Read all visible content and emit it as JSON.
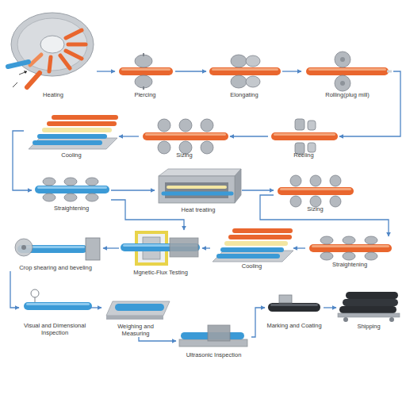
{
  "diagram": {
    "nodes": [
      {
        "text": [
          "Heating"
        ]
      },
      {
        "text": [
          "Piercing"
        ]
      },
      {
        "text": [
          "Elongating"
        ]
      },
      {
        "text": [
          "Rolling(plug mill)"
        ]
      },
      {
        "text": [
          "Reeling"
        ]
      },
      {
        "text": [
          "Sizing"
        ]
      },
      {
        "text": [
          "Cooling"
        ]
      },
      {
        "text": [
          "Straightening"
        ]
      },
      {
        "text": [
          "Heat treating"
        ]
      },
      {
        "text": [
          "Sizing"
        ]
      },
      {
        "text": [
          "Straightening"
        ]
      },
      {
        "text": [
          "Cooling"
        ]
      },
      {
        "text": [
          "Mgnetic-Flux Testing"
        ]
      },
      {
        "text": [
          "Crop shearing and beveling"
        ]
      },
      {
        "text": [
          "Visual and Dimensional Inspection"
        ]
      },
      {
        "text": [
          "Weighing and Measuring"
        ]
      },
      {
        "text": [
          "Ultrasonic Inspection"
        ]
      },
      {
        "text": [
          "Marking and Coating"
        ]
      },
      {
        "text": [
          "Shipping"
        ]
      }
    ],
    "edges": [
      {
        "from": 0,
        "to": 1,
        "arrow": "to"
      },
      {
        "from": 1,
        "to": 2,
        "arrow": "to"
      },
      {
        "from": 2,
        "to": 3,
        "arrow": "to"
      },
      {
        "from": 3,
        "to": 4,
        "arrow": "to"
      },
      {
        "from": 4,
        "to": 5,
        "arrow": "to"
      },
      {
        "from": 5,
        "to": 6,
        "arrow": "to"
      },
      {
        "from": 6,
        "to": 7,
        "arrow": "to"
      },
      {
        "from": 7,
        "to": 8,
        "arrow": "to"
      },
      {
        "from": 7,
        "to": 12,
        "arrow": "to"
      },
      {
        "from": 8,
        "to": 9,
        "arrow": "to"
      },
      {
        "from": 9,
        "to": 10,
        "arrow": "to"
      },
      {
        "from": 10,
        "to": 11,
        "arrow": "to"
      },
      {
        "from": 11,
        "to": 12,
        "arrow": "to"
      },
      {
        "from": 12,
        "to": 13,
        "arrow": "to"
      },
      {
        "from": 13,
        "to": 14,
        "arrow": "to"
      },
      {
        "from": 14,
        "to": 15,
        "arrow": "to"
      },
      {
        "from": 15,
        "to": 16,
        "arrow": "to"
      },
      {
        "from": 16,
        "to": 17,
        "arrow": "to"
      },
      {
        "from": 17,
        "to": 18,
        "arrow": "to"
      }
    ]
  }
}
